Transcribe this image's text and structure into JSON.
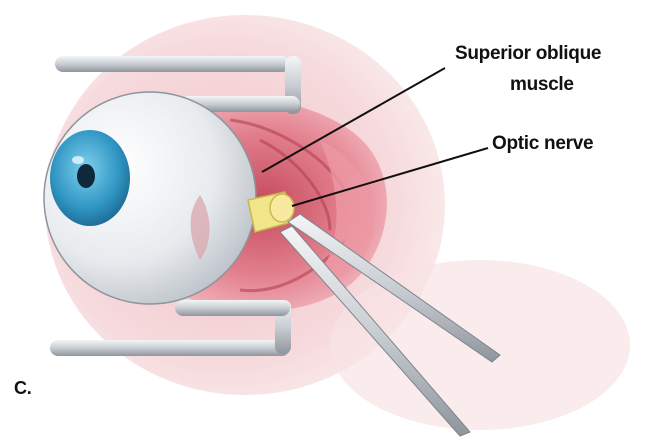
{
  "labels": {
    "superior_oblique_line1": "Superior oblique",
    "superior_oblique_line2": "muscle",
    "optic_nerve": "Optic nerve",
    "panel_letter": "C."
  },
  "colors": {
    "background_blush": "#f6d9dc",
    "tissue_red": "#e0707e",
    "iris_blue": "#3c9ec8",
    "nerve_yellow": "#f0e27a",
    "instrument_gray": "#cfd3d7"
  }
}
